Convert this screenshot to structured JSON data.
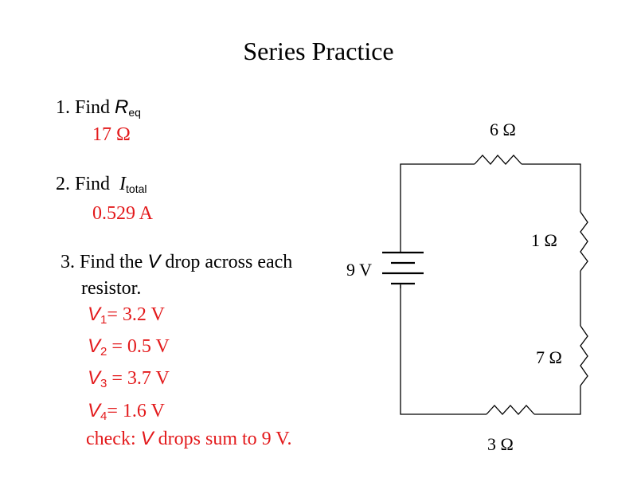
{
  "title": "Series Practice",
  "questions": [
    {
      "number": "1.",
      "prefix": "Find",
      "symbol": "R",
      "subscript": "eq",
      "answer": "17 Ω"
    },
    {
      "number": "2.",
      "prefix": "Find",
      "symbol": "I",
      "subscript": "total",
      "answer": "0.529 A"
    },
    {
      "number": "3.",
      "prefix": "Find the",
      "symbol": "V",
      "suffix_line1": "drop across each",
      "suffix_line2": "resistor.",
      "answers": [
        {
          "symbol": "V",
          "subscript": "1",
          "value": "= 3.2 V"
        },
        {
          "symbol": "V",
          "subscript": "2",
          "value": "= 0.5 V"
        },
        {
          "symbol": "V",
          "subscript": "3",
          "value": "= 3.7 V"
        },
        {
          "symbol": "V",
          "subscript": "4",
          "value": "= 1.6 V"
        }
      ],
      "check": {
        "prefix": "check:",
        "symbol": "V",
        "suffix": "drops sum to 9 V."
      }
    }
  ],
  "circuit": {
    "battery_label": "9 V",
    "resistors": [
      {
        "position": "top",
        "label": "6 Ω"
      },
      {
        "position": "right-upper",
        "label": "1 Ω"
      },
      {
        "position": "right-lower",
        "label": "7 Ω"
      },
      {
        "position": "bottom",
        "label": "3 Ω"
      }
    ]
  },
  "colors": {
    "answer": "#e31a1c",
    "text": "#000000"
  }
}
